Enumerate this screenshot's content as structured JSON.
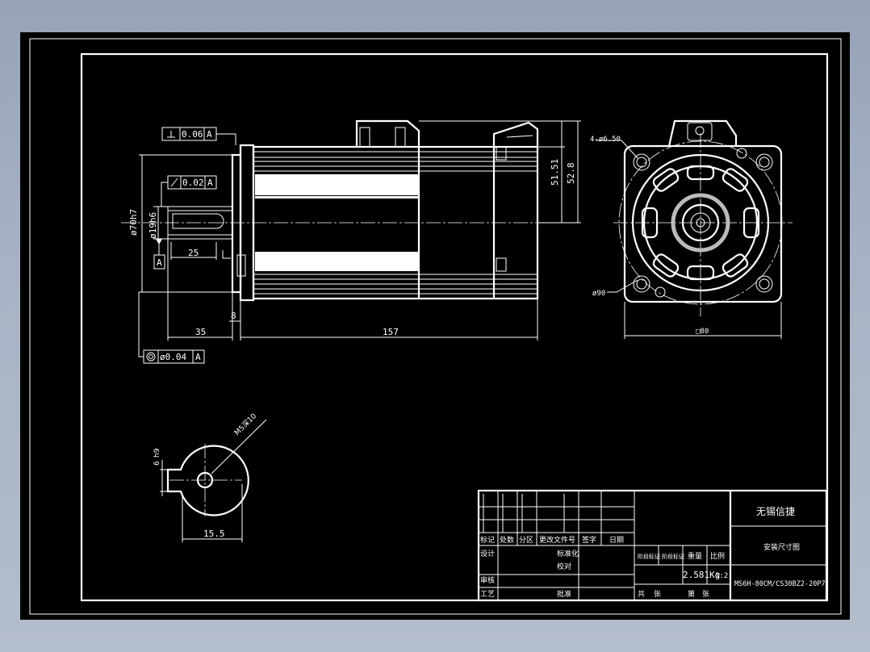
{
  "dimensions": {
    "perpendicularity": "0.06",
    "perpendicularity_datum": "A",
    "runout": "0.02",
    "runout_datum": "A",
    "concentricity": "ø0.04",
    "concentricity_datum": "A",
    "datum_label": "A",
    "flange_dia": "ø70h7",
    "shaft_dia": "ø19h6",
    "key_length": "25",
    "shaft_length": "35",
    "flange_thickness": "8",
    "body_length": "157",
    "height_inner": "51.51",
    "height_outer": "52.8",
    "holes": "4-ø6.50",
    "pcd": "ø90",
    "square": "□80",
    "section_thread": "M5深10",
    "section_key": "6",
    "section_key2": "h9",
    "section_width": "15.5"
  },
  "title_block": {
    "company": "无锡信捷",
    "drawing_name": "安装尺寸图",
    "drawing_number": "MS6H-80CM/CS30BZ2-20P7",
    "weight": "2.581Kg",
    "scale": "1:2",
    "headers": [
      "标记",
      "处数",
      "分区",
      "更改文件号",
      "签字",
      "日期"
    ],
    "rows_left": [
      "设计",
      "审核",
      "工艺"
    ],
    "mid_labels": [
      "标准化",
      "校对",
      "批准"
    ],
    "stage_labels": [
      "阶段标记",
      "阶段标记",
      "重量",
      "比例"
    ],
    "sheet_labels": [
      "共",
      "张",
      "第",
      "张"
    ]
  }
}
